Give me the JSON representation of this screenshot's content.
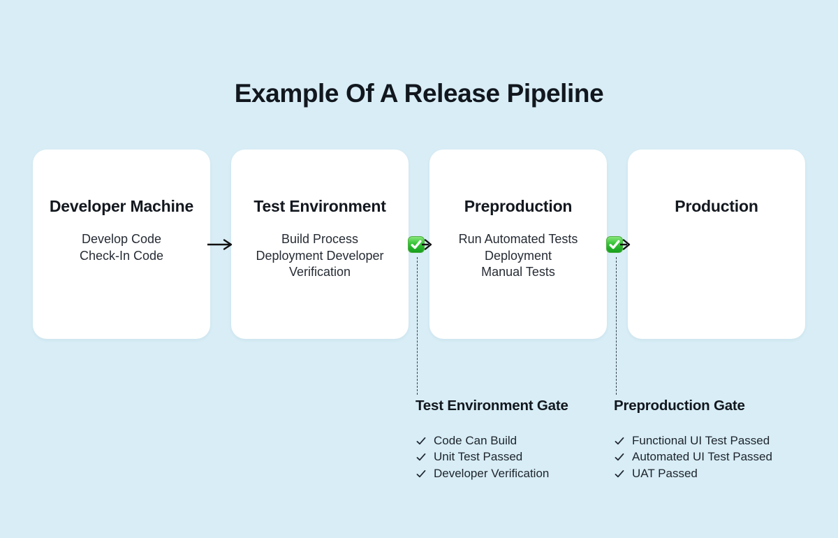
{
  "title": "Example Of A Release Pipeline",
  "colors": {
    "background": "#d8edf6",
    "card": "#ffffff",
    "text": "#12171e",
    "dashed_line": "#36404c",
    "gate_icon_green_top": "#8be97d",
    "gate_icon_green_bottom": "#149c1c",
    "arrow": "#111111"
  },
  "cards": [
    {
      "title": "Developer Machine",
      "lines": [
        "Develop Code",
        "Check-In Code"
      ]
    },
    {
      "title": "Test Environment",
      "lines": [
        "Build Process",
        "Deployment Developer",
        "Verification"
      ]
    },
    {
      "title": "Preproduction",
      "lines": [
        "Run Automated Tests",
        "Deployment",
        "Manual Tests"
      ]
    },
    {
      "title": "Production",
      "lines": []
    }
  ],
  "gates": [
    {
      "title": "Test Environment Gate",
      "items": [
        "Code Can Build",
        "Unit Test Passed",
        "Developer Verification"
      ]
    },
    {
      "title": "Preproduction Gate",
      "items": [
        "Functional UI Test Passed",
        "Automated UI Test Passed",
        "UAT Passed"
      ]
    }
  ]
}
